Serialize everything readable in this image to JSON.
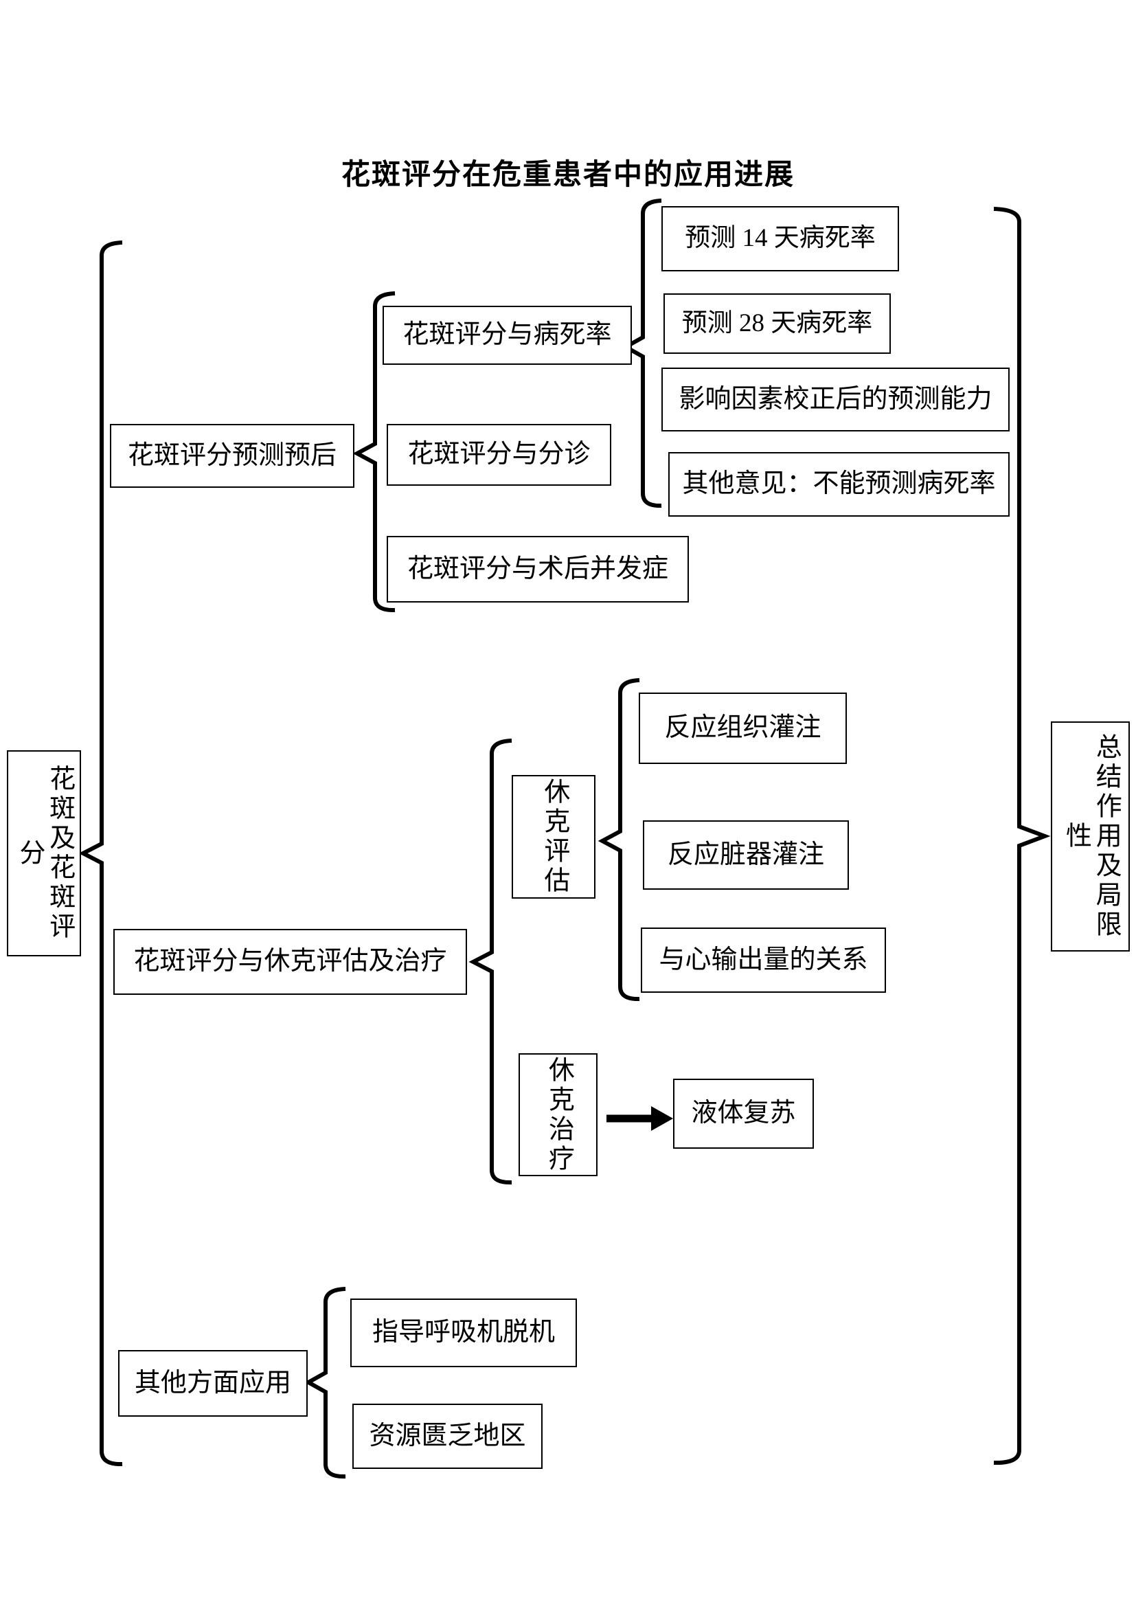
{
  "title": "花斑评分在危重患者中的应用进展",
  "root": {
    "label": "花斑及花斑评分"
  },
  "summary": {
    "label": "总结作用及局限性"
  },
  "branches": [
    {
      "label": "花斑评分预测预后",
      "children": [
        {
          "label": "花斑评分与病死率",
          "children": [
            {
              "label": "预测 14 天病死率"
            },
            {
              "label": "预测 28 天病死率"
            },
            {
              "label": "影响因素校正后的预测能力"
            },
            {
              "label": "其他意见：不能预测病死率"
            }
          ]
        },
        {
          "label": "花斑评分与分诊"
        },
        {
          "label": "花斑评分与术后并发症"
        }
      ]
    },
    {
      "label": "花斑评分与休克评估及治疗",
      "children": [
        {
          "label": "休克评估",
          "children": [
            {
              "label": "反应组织灌注"
            },
            {
              "label": "反应脏器灌注"
            },
            {
              "label": "与心输出量的关系"
            }
          ]
        },
        {
          "label": "休克治疗",
          "children": [
            {
              "label": "液体复苏"
            }
          ]
        }
      ]
    },
    {
      "label": "其他方面应用",
      "children": [
        {
          "label": "指导呼吸机脱机"
        },
        {
          "label": "资源匮乏地区"
        }
      ]
    }
  ],
  "colors": {
    "background": "#ffffff",
    "line": "#000000",
    "box_border": "#000000",
    "text": "#000000"
  }
}
